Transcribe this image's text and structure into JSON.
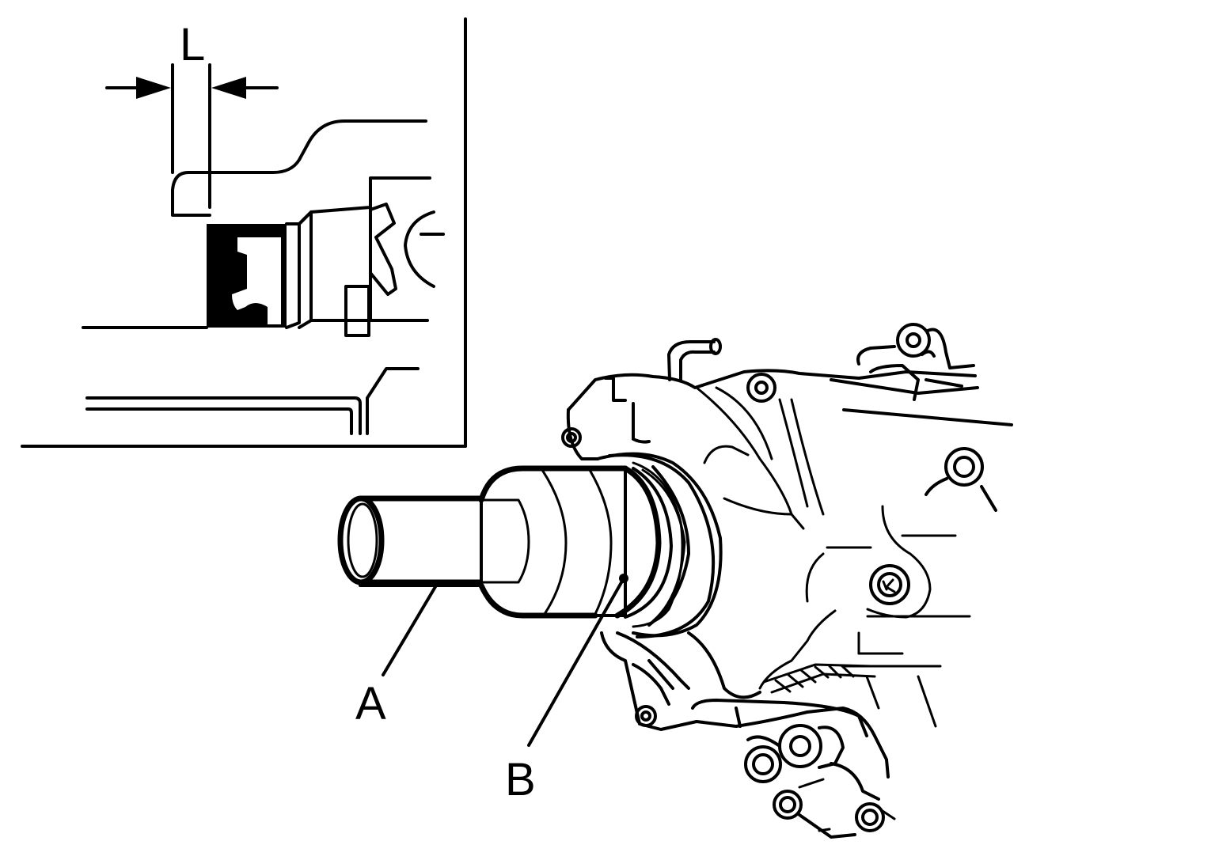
{
  "labels": {
    "dimension": "L",
    "tool": "A",
    "seal": "B"
  },
  "colors": {
    "stroke": "#000000",
    "background": "#ffffff"
  }
}
